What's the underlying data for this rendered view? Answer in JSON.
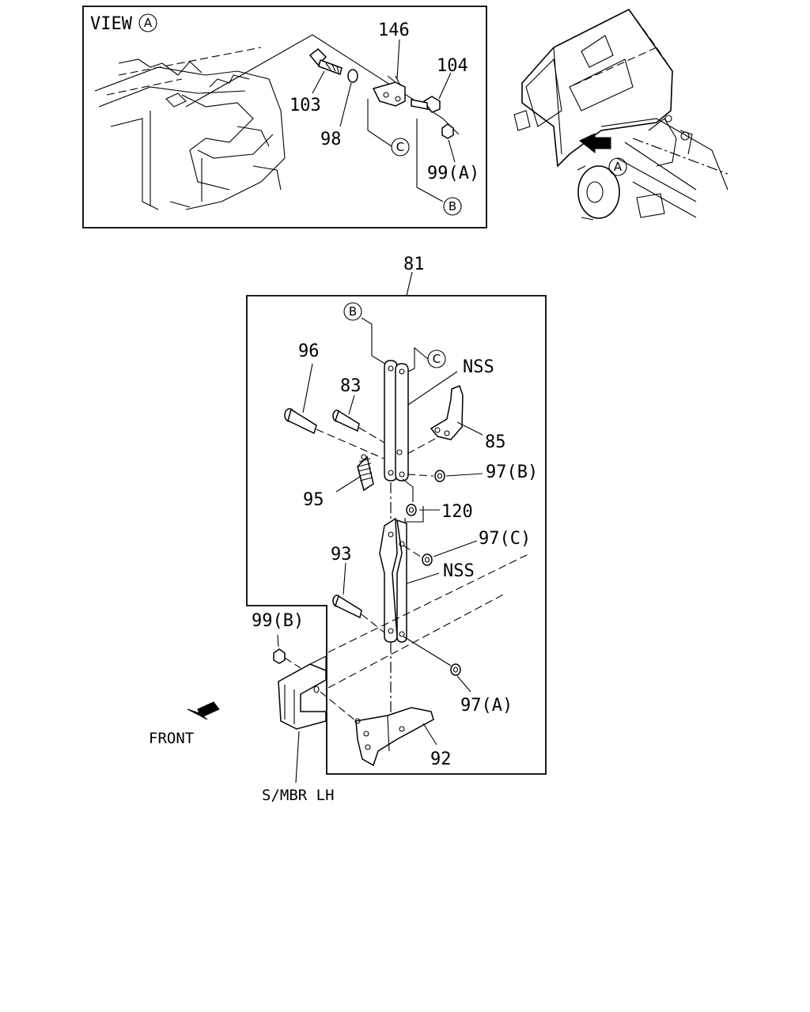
{
  "view_box": {
    "title": "VIEW",
    "title_ref": "A",
    "labels": {
      "p146": "146",
      "p104": "104",
      "p103": "103",
      "p98": "98",
      "p99a": "99(A)",
      "ref_c": "C",
      "ref_b": "B"
    }
  },
  "vehicle": {
    "ref": "A"
  },
  "assembly": {
    "p81": "81",
    "ref_b": "B",
    "ref_c": "C",
    "nss_upper": "NSS",
    "nss_lower": "NSS",
    "p96": "96",
    "p83": "83",
    "p85": "85",
    "p97b": "97(B)",
    "p95": "95",
    "p120": "120",
    "p97c": "97(C)",
    "p93": "93",
    "p99b": "99(B)",
    "p97a": "97(A)",
    "p92": "92"
  },
  "front_label": "FRONT",
  "smbr_label": "S/MBR  LH"
}
